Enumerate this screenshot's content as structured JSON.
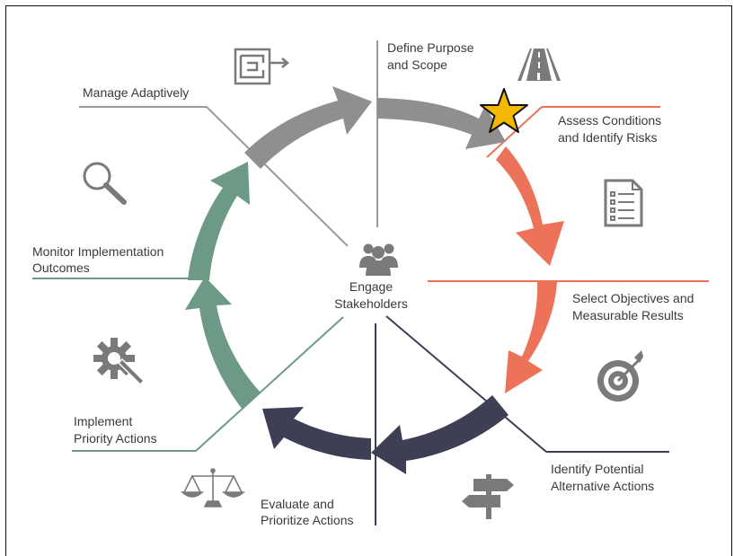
{
  "center": {
    "line1": "Engage",
    "line2": "Stakeholders"
  },
  "steps": [
    {
      "line1": "Define Purpose",
      "line2": "and Scope",
      "icon": "road-icon",
      "color": "#8f8f8f"
    },
    {
      "line1": "Assess Conditions",
      "line2": "and Identify Risks",
      "icon": "checklist-icon",
      "color": "#ec7359"
    },
    {
      "line1": "Select Objectives and",
      "line2": "Measurable Results",
      "icon": "target-icon",
      "color": "#ec7359"
    },
    {
      "line1": "Identify Potential",
      "line2": "Alternative Actions",
      "icon": "signpost-icon",
      "color": "#3e3f55"
    },
    {
      "line1": "Evaluate and",
      "line2": "Prioritize Actions",
      "icon": "scales-icon",
      "color": "#3e3f55"
    },
    {
      "line1": "Implement",
      "line2": "Priority Actions",
      "icon": "gear-wrench-icon",
      "color": "#6d9a86"
    },
    {
      "line1": "Monitor Implementation",
      "line2": "Outcomes",
      "icon": "magnifier-icon",
      "color": "#6d9a86"
    },
    {
      "line1": "Manage Adaptively",
      "line2": "",
      "icon": "maze-icon",
      "color": "#8f8f8f"
    }
  ],
  "colors": {
    "gray": "#8f8f8f",
    "coral": "#ec7359",
    "navy": "#3e3f55",
    "green": "#6d9a86",
    "star": "#f5b800",
    "icon": "#7a7a7a"
  }
}
